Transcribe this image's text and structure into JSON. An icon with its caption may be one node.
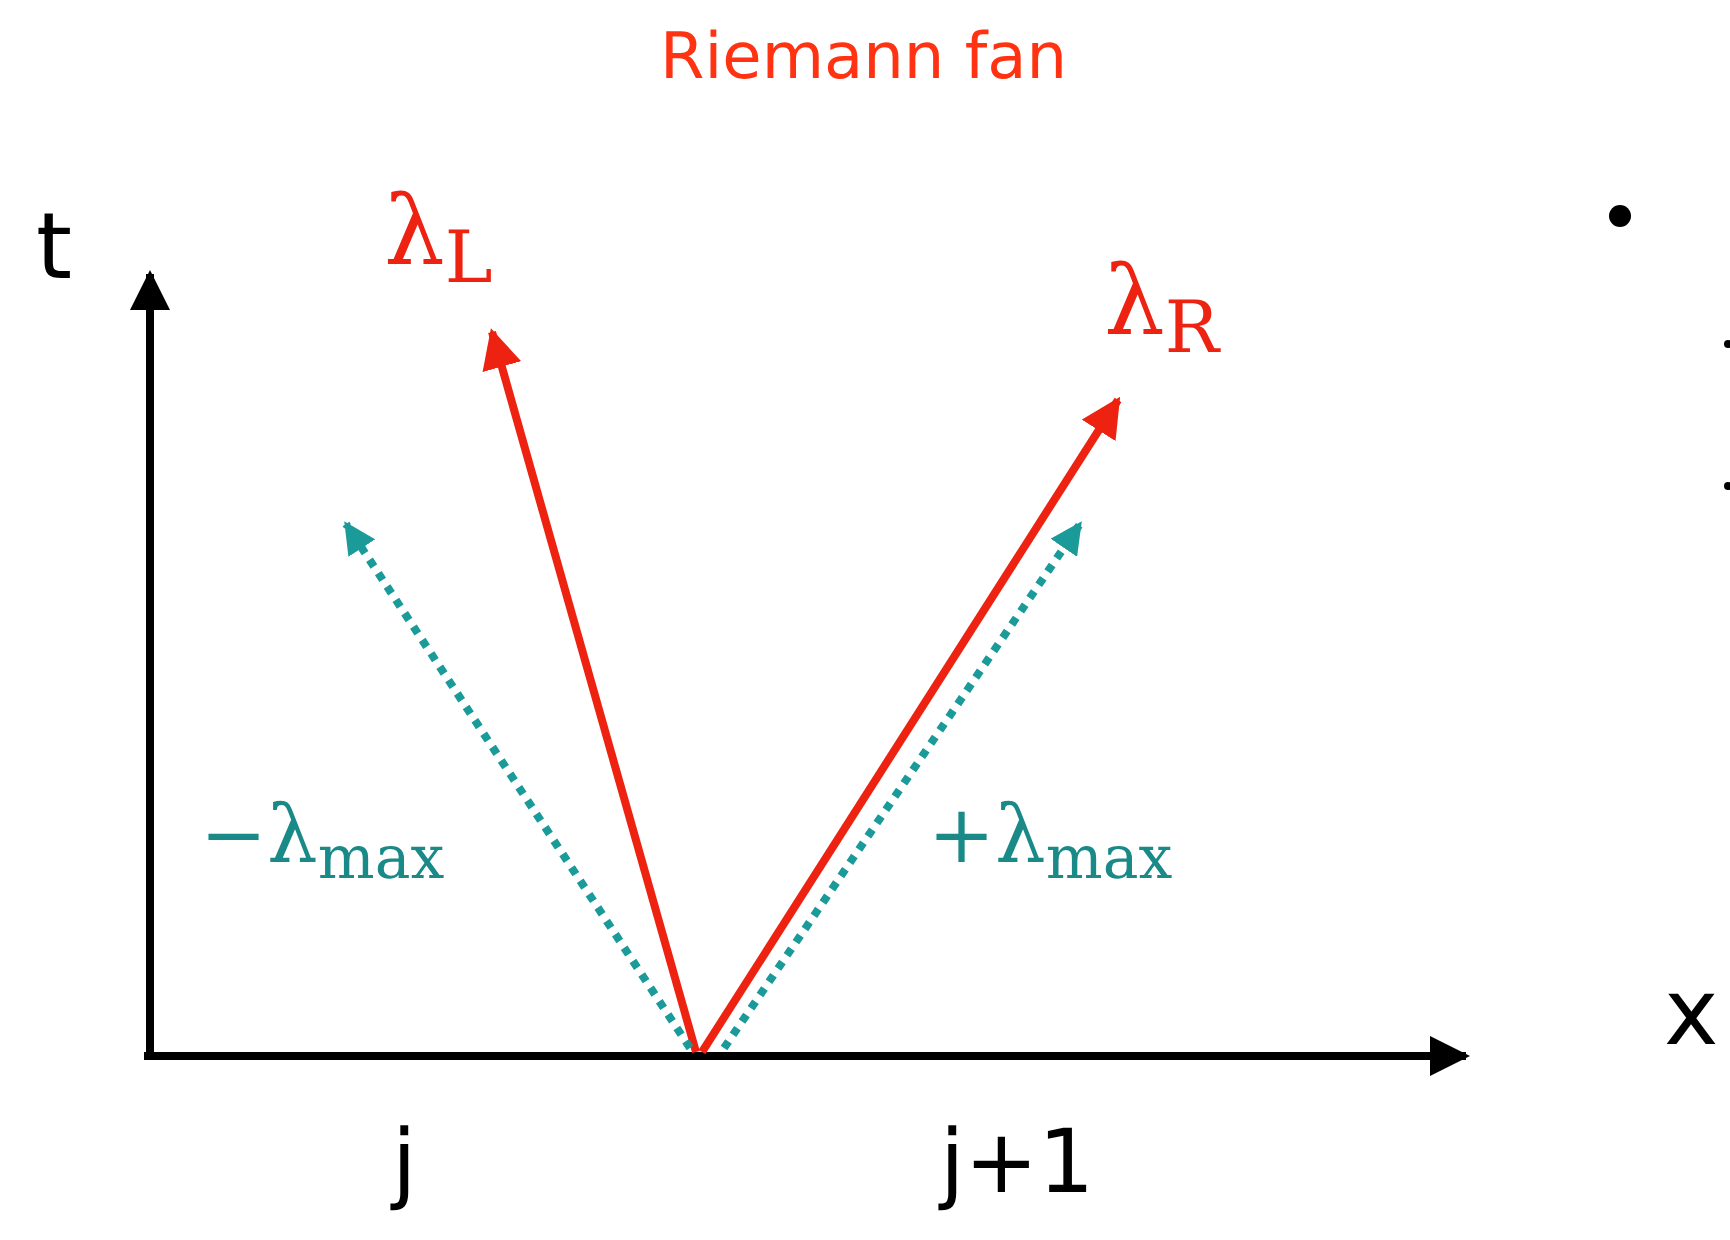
{
  "diagram": {
    "title": "Riemann fan",
    "labels": [
      "t",
      "λ$_{L}$",
      "λ$_{R}$",
      "−λ$_{max}$",
      "+λ$_{max}$",
      "x",
      "j",
      "j+1"
    ]
  }
}
